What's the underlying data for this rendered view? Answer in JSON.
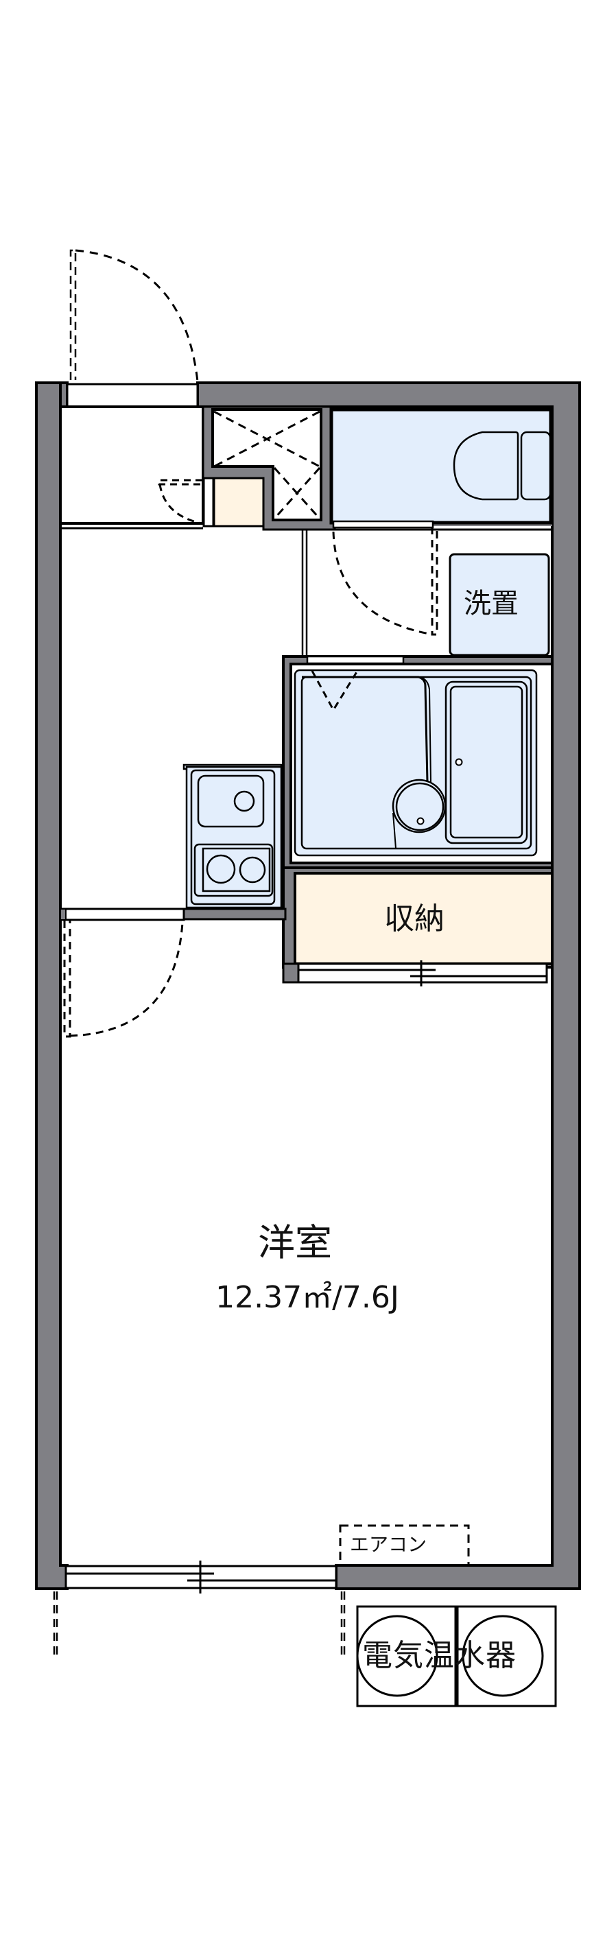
{
  "floorplan": {
    "rooms": {
      "western_room": {
        "name": "洋室",
        "area": "12.37㎡/7.6J"
      },
      "storage": {
        "name": "収納"
      },
      "washer_space": {
        "name": "洗置"
      },
      "toilet": {
        "name": ""
      },
      "bath": {
        "name": ""
      },
      "kitchen": {
        "name": ""
      },
      "entrance": {
        "name": ""
      }
    },
    "fixtures": {
      "air_conditioner": "エアコン",
      "water_heater": "電気温水器"
    },
    "colors": {
      "wall": "#808085",
      "wet_area": "#e3eefc",
      "storage": "#fff4e3",
      "line": "#000000",
      "floor": "#ffffff"
    }
  }
}
